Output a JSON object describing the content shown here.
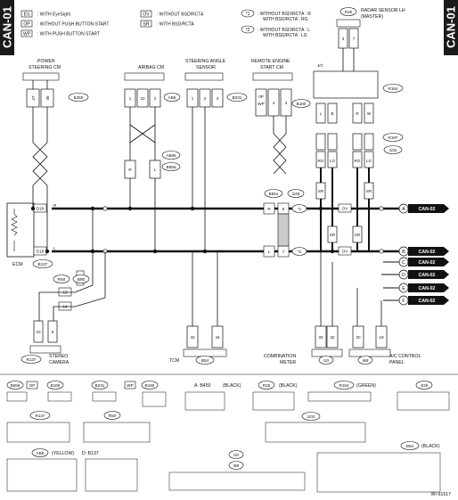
{
  "page": {
    "tab_left": "CAN-01",
    "tab_right": "CAN-01",
    "figure_id": "WI-61517"
  },
  "legend": {
    "es": {
      "code": "ES",
      "text": ": WITH EyeSight"
    },
    "op": {
      "code": "OP",
      "text": ": WITHOUT PUSH BUTTON START"
    },
    "wp": {
      "code": "WP",
      "text": ": WITH PUSH BUTTON START"
    },
    "ov": {
      "code": "OV",
      "text": ": WITHOUT BSD/RCTA"
    },
    "sr": {
      "code": "SR",
      "text": ": WITH BSD/RCTA"
    },
    "n1": {
      "code": "*1",
      "text1": ": WITHOUT BSD/RCTA : R",
      "text2": "WITH BSD/RCTA : RG"
    },
    "n2": {
      "code": "*2",
      "text1": ": WITHOUT BSD/RCTA : L",
      "text2": "WITH BSD/RCTA : LG"
    }
  },
  "modules": {
    "ps": {
      "name1": "POWER",
      "name2": "STEERING CM",
      "conn": "B450",
      "pins": [
        "47",
        "46"
      ]
    },
    "airbag": {
      "name1": "AIRBAG CM",
      "conn": "AB6",
      "pins": [
        "1",
        "22",
        "2"
      ]
    },
    "sas": {
      "name1": "STEERING ANGLE",
      "name2": "SENSOR",
      "conn": "B231",
      "pins": [
        "1",
        "2",
        "4"
      ]
    },
    "res": {
      "name1": "REMOTE ENGINE",
      "name2": "START CM",
      "conn": "B180",
      "pins": [
        "0P",
        "WP",
        "4",
        "3"
      ]
    },
    "radar": {
      "name1": "RADAR SENSOR LH",
      "name2": "(MASTER)",
      "conn": "R25",
      "pins": [
        "3",
        "7"
      ],
      "jc": "J/C"
    },
    "ecm": {
      "name": "ECM",
      "conn": "B137",
      "pins": [
        "D19",
        "D18"
      ]
    },
    "stereo": {
      "name1": "STEREO",
      "name2": "CAMERA",
      "conn": "R137",
      "pins": [
        "10",
        "9"
      ],
      "mid_conn": [
        "R50",
        "B90"
      ],
      "mid_pins": [
        "13",
        "14"
      ]
    },
    "tcm": {
      "name": "TCM",
      "conn": "B54",
      "pins": [
        "43",
        "44"
      ]
    },
    "meter": {
      "name1": "COMBINATION",
      "name2": "METER",
      "conn": "i10",
      "pins": [
        "33",
        "32"
      ]
    },
    "ac": {
      "name1": "A/C CONTROL",
      "name2": "PANEL",
      "conn": "i88",
      "pins": [
        "20",
        "19"
      ]
    }
  },
  "bus_labels": [
    "CAN-02",
    "CAN-02",
    "CAN-02",
    "CAN-02",
    "CAN-02",
    "CAN-02"
  ],
  "bus_letters": [
    "A",
    "B",
    "C",
    "D",
    "E",
    "F"
  ],
  "wire_marks": {
    "r": "R",
    "l": "L",
    "w": "W",
    "b": "B",
    "sr": "SR",
    "ov": "OV",
    "star1": "*1",
    "star2": "*2",
    "rg": "RG",
    "lg": "LG",
    "six": "6",
    "seven": "7",
    "b551": "B551",
    "i229": "i229",
    "ab65": "AB65",
    "b556": "B556",
    "r164": "R164",
    "r187": "R187",
    "i102": "i102"
  },
  "connectors": {
    "b556": "B556",
    "op": "OP",
    "b180": "B180",
    "b231": "B231",
    "wp": "WP",
    "b180b": "B180",
    "b450": "A: B450",
    "b450c": "(BLACK)",
    "r25": "R25",
    "r25c": "(BLACK)",
    "r164": "R164",
    "r164c": "(GREEN)",
    "i229": "i229",
    "r137": "R137",
    "r50": "R50",
    "i102": "i102",
    "ab6": "AB6",
    "ab6c": "(YELLOW)",
    "d_b137": "D: B137",
    "b54": "B54",
    "b54c": "(BLACK)",
    "i10": "i10",
    "i88": "i88"
  }
}
